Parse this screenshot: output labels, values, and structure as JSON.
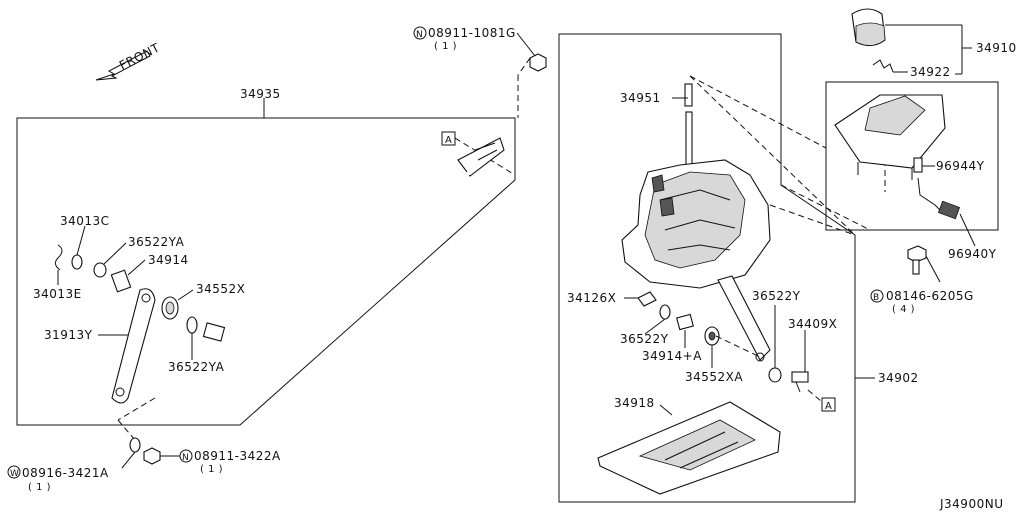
{
  "diagram_id": "J34900NU",
  "front_label": "FRONT",
  "ref_marker": "A",
  "parts": {
    "p34935": "34935",
    "p34013C": "34013C",
    "p34013E": "34013E",
    "p36522YA_top": "36522YA",
    "p34914": "34914",
    "p34552X": "34552X",
    "p31913Y": "31913Y",
    "p36522YA_bot": "36522YA",
    "p34951": "34951",
    "p34910": "34910",
    "p34922": "34922",
    "p96944Y": "96944Y",
    "p96940Y": "96940Y",
    "p34126X": "34126X",
    "p36522Y_right": "36522Y",
    "p36522Y_mid": "36522Y",
    "p34914A": "34914+A",
    "p34552XA": "34552XA",
    "p34409X": "34409X",
    "p34902": "34902",
    "p34918": "34918"
  },
  "fasteners": {
    "nut_top": {
      "prefix": "N",
      "code": "08911-1081G",
      "qty": "( 1 )"
    },
    "nut_bottom": {
      "prefix": "N",
      "code": "08911-3422A",
      "qty": "( 1 )"
    },
    "washer_bottom": {
      "prefix": "W",
      "code": "08916-3421A",
      "qty": "( 1 )"
    },
    "bolt_right": {
      "prefix": "B",
      "code": "08146-6205G",
      "qty": "( 4 )"
    }
  }
}
